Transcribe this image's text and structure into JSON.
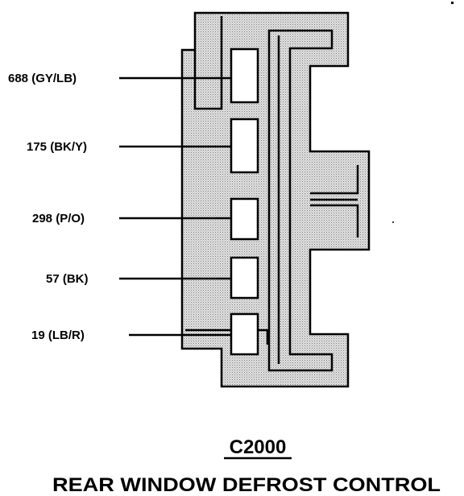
{
  "connector": {
    "id": "C2000",
    "name": "REAR WINDOW DEFROST CONTROL"
  },
  "pins": [
    {
      "circuit": "688 (GY/LB)"
    },
    {
      "circuit": "175 (BK/Y)"
    },
    {
      "circuit": "298 (P/O)"
    },
    {
      "circuit": "57 (BK)"
    },
    {
      "circuit": "19 (LB/R)"
    }
  ],
  "colors": {
    "fill": "#cfcfcf",
    "stroke": "#000000",
    "background": "#ffffff"
  }
}
